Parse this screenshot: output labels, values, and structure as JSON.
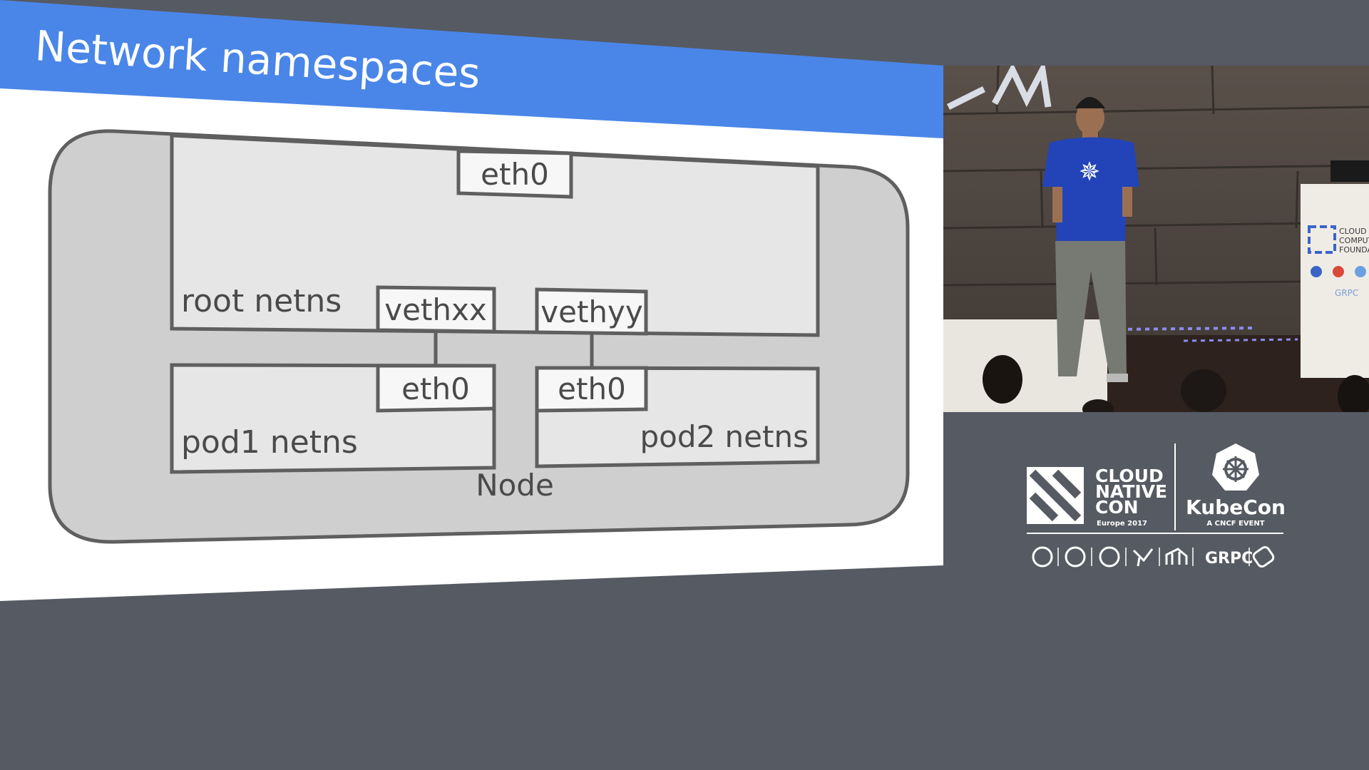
{
  "slide": {
    "title": "Network namespaces",
    "diagram": {
      "node_label": "Node",
      "root_label": "root netns",
      "root_interface": "eth0",
      "veth1": "vethxx",
      "veth2": "vethyy",
      "pod1_interface": "eth0",
      "pod2_interface": "eth0",
      "pod1_label": "pod1 netns",
      "pod2_label": "pod2 netns"
    },
    "colors": {
      "header_blue": "#4a86e8",
      "node_fill": "#cfcfcf",
      "box_fill": "#e6e6e6",
      "line": "#5f5f5f"
    }
  },
  "video": {
    "speaker_icon": "kubernetes-wheel-icon",
    "podium_sign": [
      "CLOUD N",
      "COMPUT",
      "FOUNDA"
    ],
    "podium_grpc": "GRPC"
  },
  "branding": {
    "cnc_lines": [
      "CLOUD",
      "NATIVE",
      "CON"
    ],
    "cnc_sub": "Europe 2017",
    "kubecon": "KubeCon",
    "kubecon_sub": "A CNCF EVENT",
    "project_icons": [
      "kubernetes-icon",
      "prometheus-icon",
      "opentracing-icon",
      "fluentd-icon",
      "linkerd-icon",
      "grpc-logo",
      "coredns-icon"
    ],
    "grpc_text": "GRPC"
  }
}
